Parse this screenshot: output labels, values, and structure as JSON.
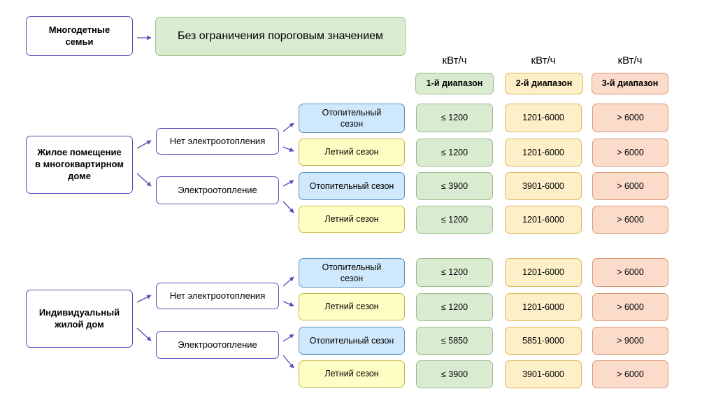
{
  "large_families": {
    "label": "Многодетные семьи",
    "value": "Без ограничения пороговым значением"
  },
  "colors": {
    "arrow": "#5a4ab5",
    "heating_season": "#cfe8fb",
    "summer_season": "#fefec4",
    "range_1": "#d9ebd1",
    "range_2": "#fdefc8",
    "range_3": "#fbdccb"
  },
  "units": [
    "кВт/ч",
    "кВт/ч",
    "кВт/ч"
  ],
  "ranges": [
    "1-й диапазон",
    "2-й диапазон",
    "3-й диапазон"
  ],
  "groups": [
    {
      "label": "Жилое помещение в многоквартирном доме",
      "subgroups": [
        {
          "label": "Нет электроотопления",
          "rows": [
            {
              "season": "Отопительный сезон",
              "values": [
                "≤ 1200",
                "1201-6000",
                "> 6000"
              ]
            },
            {
              "season": "Летний сезон",
              "values": [
                "≤ 1200",
                "1201-6000",
                "> 6000"
              ]
            }
          ]
        },
        {
          "label": "Электроотопление",
          "rows": [
            {
              "season": "Отопительный сезон",
              "values": [
                "≤ 3900",
                "3901-6000",
                "> 6000"
              ]
            },
            {
              "season": "Летний сезон",
              "values": [
                "≤ 1200",
                "1201-6000",
                "> 6000"
              ]
            }
          ]
        }
      ]
    },
    {
      "label": "Индивидуальный жилой дом",
      "subgroups": [
        {
          "label": "Нет электроотопления",
          "rows": [
            {
              "season": "Отопительный сезон",
              "values": [
                "≤ 1200",
                "1201-6000",
                "> 6000"
              ]
            },
            {
              "season": "Летний сезон",
              "values": [
                "≤ 1200",
                "1201-6000",
                "> 6000"
              ]
            }
          ]
        },
        {
          "label": "Электроотопление",
          "rows": [
            {
              "season": "Отопительный сезон",
              "values": [
                "≤ 5850",
                "5851-9000",
                "> 9000"
              ]
            },
            {
              "season": "Летний сезон",
              "values": [
                "≤ 3900",
                "3901-6000",
                "> 6000"
              ]
            }
          ]
        }
      ]
    }
  ]
}
